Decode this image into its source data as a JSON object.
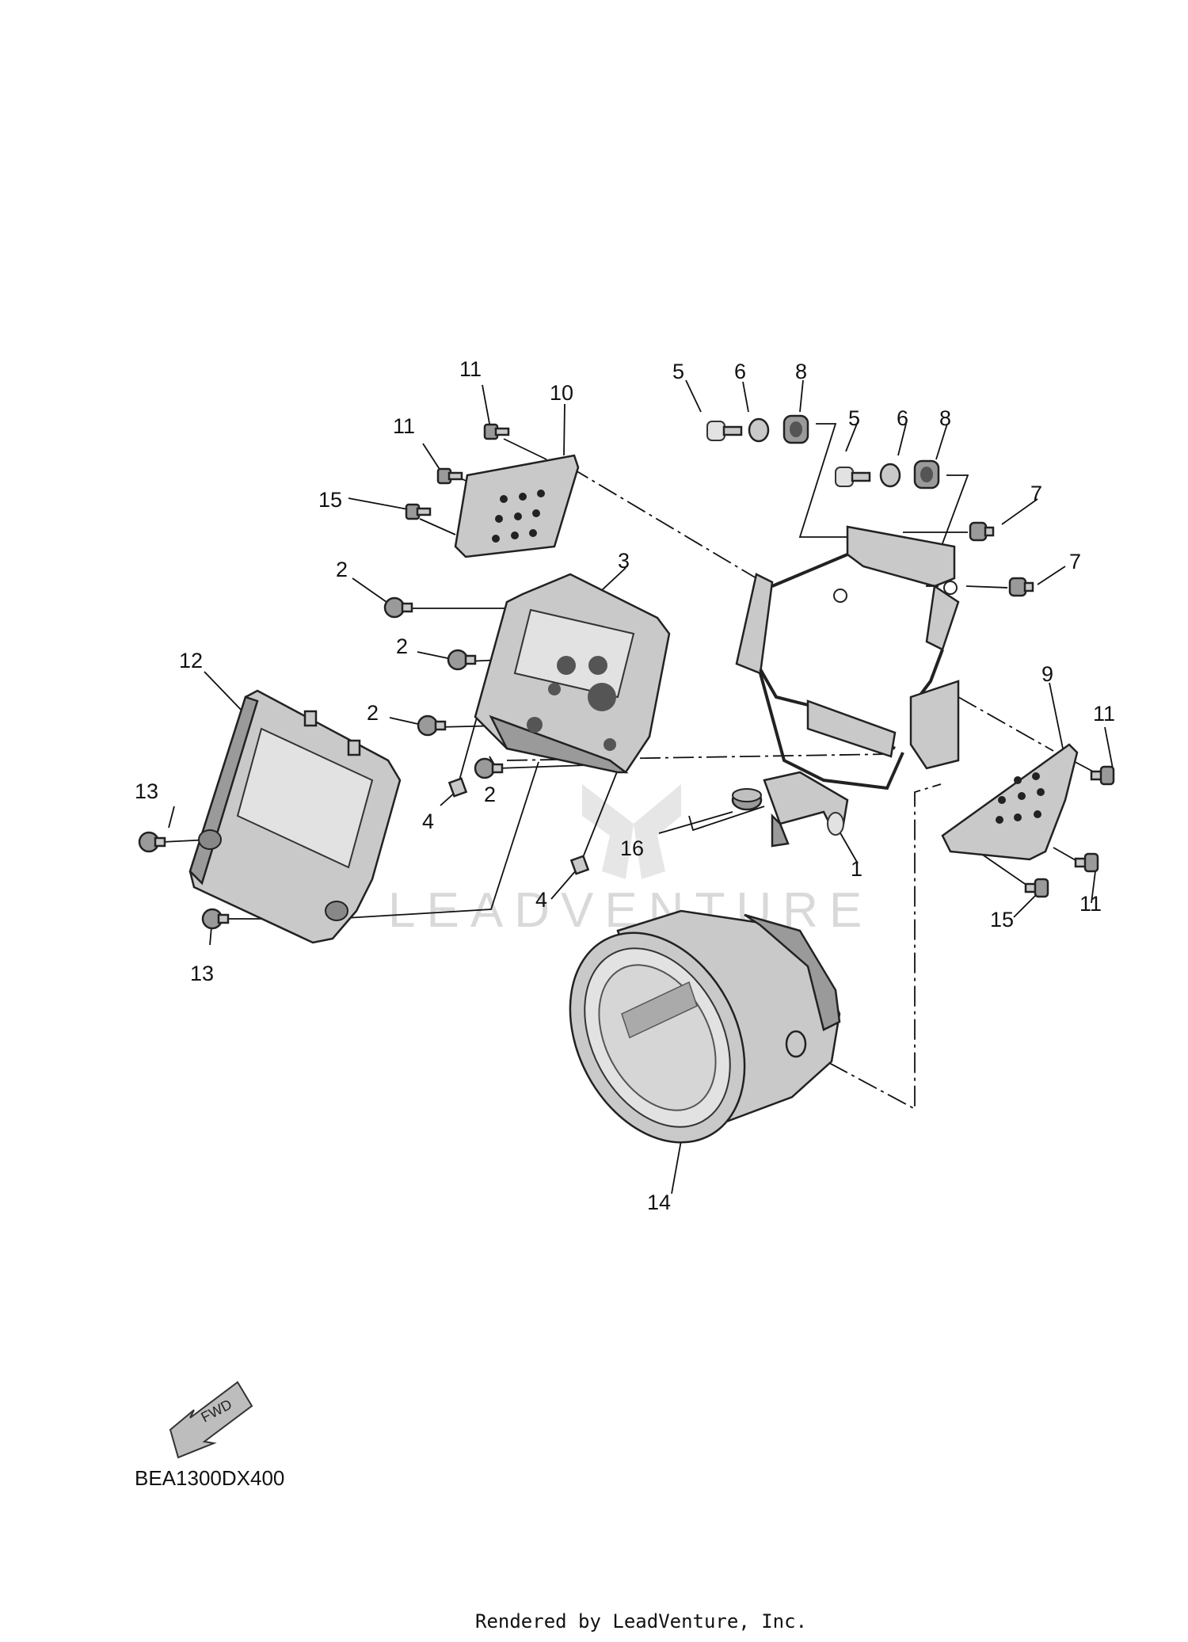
{
  "diagram": {
    "callouts": [
      {
        "id": "c11a",
        "text": "11"
      },
      {
        "id": "c10",
        "text": "10"
      },
      {
        "id": "c11b",
        "text": "11"
      },
      {
        "id": "c15a",
        "text": "15"
      },
      {
        "id": "c5a",
        "text": "5"
      },
      {
        "id": "c6a",
        "text": "6"
      },
      {
        "id": "c8a",
        "text": "8"
      },
      {
        "id": "c5b",
        "text": "5"
      },
      {
        "id": "c6b",
        "text": "6"
      },
      {
        "id": "c8b",
        "text": "8"
      },
      {
        "id": "c7a",
        "text": "7"
      },
      {
        "id": "c7b",
        "text": "7"
      },
      {
        "id": "c2a",
        "text": "2"
      },
      {
        "id": "c3",
        "text": "3"
      },
      {
        "id": "c2b",
        "text": "2"
      },
      {
        "id": "c12",
        "text": "12"
      },
      {
        "id": "c2c",
        "text": "2"
      },
      {
        "id": "c4a",
        "text": "4"
      },
      {
        "id": "c2d",
        "text": "2"
      },
      {
        "id": "c13a",
        "text": "13"
      },
      {
        "id": "c4b",
        "text": "4"
      },
      {
        "id": "c13b",
        "text": "13"
      },
      {
        "id": "c16",
        "text": "16"
      },
      {
        "id": "c1",
        "text": "1"
      },
      {
        "id": "c9",
        "text": "9"
      },
      {
        "id": "c11c",
        "text": "11"
      },
      {
        "id": "c11d",
        "text": "11"
      },
      {
        "id": "c15b",
        "text": "15"
      },
      {
        "id": "c14",
        "text": "14"
      }
    ],
    "fwd_label": "FWD",
    "diagram_code": "BEA1300DX400",
    "watermark": "LEADVENTURE",
    "footer": "Rendered by LeadVenture, Inc."
  }
}
